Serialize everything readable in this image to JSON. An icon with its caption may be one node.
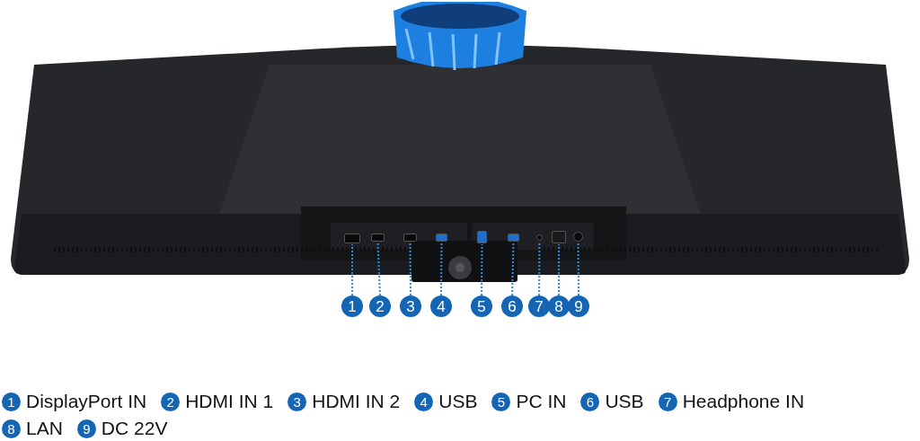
{
  "diagram": {
    "nodes": [
      {
        "text": [],
        "shape": "picture"
      },
      {
        "text": [],
        "shape": "box",
        "in": 0
      },
      {
        "text": [],
        "shape": "box",
        "in": 0
      },
      {
        "text": [],
        "shape": "box",
        "in": 0
      },
      {
        "text": [],
        "shape": "box",
        "in": 0
      },
      {
        "text": [],
        "shape": "box",
        "in": 0
      },
      {
        "text": [],
        "shape": "box",
        "in": 0
      },
      {
        "text": [],
        "shape": "circle",
        "in": 0
      },
      {
        "text": [],
        "shape": "box",
        "in": 0
      },
      {
        "text": [],
        "shape": "circle",
        "in": 0
      },
      {
        "text": [
          "1"
        ]
      },
      {
        "text": [
          "2"
        ]
      },
      {
        "text": [
          "3"
        ]
      },
      {
        "text": [
          "4"
        ]
      },
      {
        "text": [
          "5"
        ]
      },
      {
        "text": [
          "6"
        ]
      },
      {
        "text": [
          "7"
        ]
      },
      {
        "text": [
          "8"
        ]
      },
      {
        "text": [
          "9"
        ]
      },
      {
        "text": [
          "1"
        ],
        "beside": [
          "DisplayPort IN"
        ]
      },
      {
        "text": [
          "2"
        ],
        "beside": [
          "HDMI IN 1"
        ]
      },
      {
        "text": [
          "3"
        ],
        "beside": [
          "HDMI IN 2"
        ]
      },
      {
        "text": [
          "4"
        ],
        "beside": [
          "USB"
        ]
      },
      {
        "text": [
          "5"
        ],
        "beside": [
          "PC IN"
        ]
      },
      {
        "text": [
          "6"
        ],
        "beside": [
          "USB"
        ]
      },
      {
        "text": [
          "7"
        ],
        "beside": [
          "Headphone IN"
        ]
      },
      {
        "text": [
          "8"
        ],
        "beside": [
          "LAN"
        ]
      },
      {
        "text": [
          "9"
        ],
        "beside": [
          "DC 22V"
        ]
      }
    ],
    "edges": [
      {
        "from": 10,
        "to": 1,
        "arrow": "none",
        "style": "dashed"
      },
      {
        "from": 11,
        "to": 2,
        "arrow": "none",
        "style": "dashed"
      },
      {
        "from": 12,
        "to": 3,
        "arrow": "none",
        "style": "dashed"
      },
      {
        "from": 13,
        "to": 4,
        "arrow": "none",
        "style": "dashed"
      },
      {
        "from": 14,
        "to": 5,
        "arrow": "none",
        "style": "dashed"
      },
      {
        "from": 15,
        "to": 6,
        "arrow": "none",
        "style": "dashed"
      },
      {
        "from": 16,
        "to": 7,
        "arrow": "none",
        "style": "dashed"
      },
      {
        "from": 17,
        "to": 8,
        "arrow": "none",
        "style": "dashed"
      },
      {
        "from": 18,
        "to": 9,
        "arrow": "none",
        "style": "dashed"
      }
    ]
  }
}
